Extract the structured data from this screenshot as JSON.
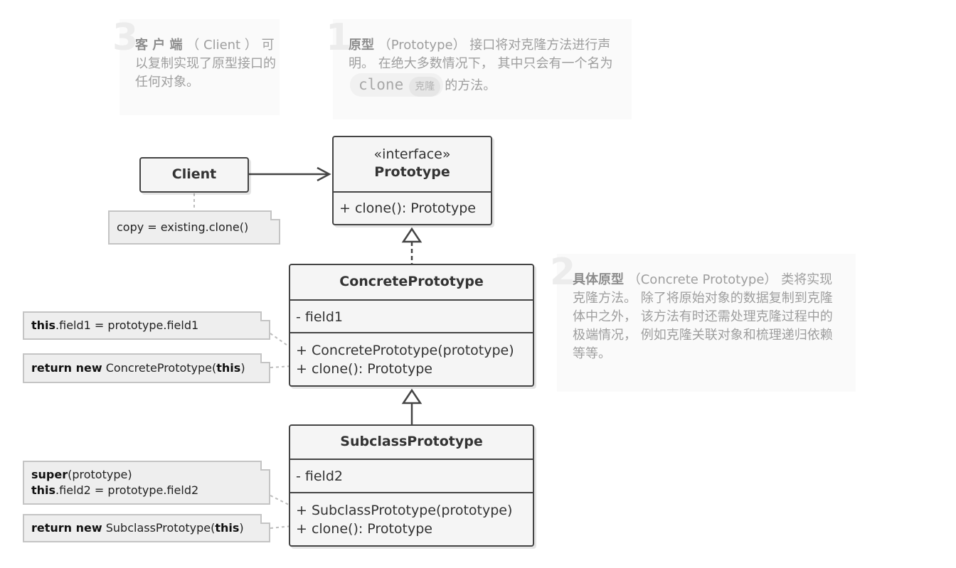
{
  "callouts": [
    {
      "number": "3",
      "title": "客 户 端",
      "title_suffix": "（ Client ）",
      "body": "可以复制实现了原型接口的任何对象。"
    },
    {
      "number": "1",
      "title": "原型",
      "title_suffix": "（Prototype） 接口将对克隆方法进行声明。 在绝大多数情况下， 其中只会有一个名为",
      "code": "clone",
      "code_tag": "克隆",
      "after_code": "的方法。"
    },
    {
      "number": "2",
      "title": "具体原型",
      "title_suffix": "（Concrete Prototype） 类将实现克隆方法。 除了将原始对象的数据复制到克隆体中之外， 该方法有时还需处理克隆过程中的极端情况， 例如克隆关联对象和梳理递归依赖等等。"
    }
  ],
  "classes": {
    "client": {
      "name": "Client"
    },
    "prototype": {
      "stereotype": "«interface»",
      "name": "Prototype",
      "methods": [
        "+ clone(): Prototype"
      ]
    },
    "concrete": {
      "name": "ConcretePrototype",
      "fields": [
        "- field1"
      ],
      "methods": [
        "+ ConcretePrototype(prototype)",
        "+ clone(): Prototype"
      ]
    },
    "subclass": {
      "name": "SubclassPrototype",
      "fields": [
        "- field2"
      ],
      "methods": [
        "+ SubclassPrototype(prototype)",
        "+ clone(): Prototype"
      ]
    }
  },
  "notes": {
    "client": {
      "text": "copy = existing.clone()"
    },
    "concrete_ctor": {
      "kw": "this",
      "text": ".field1 = prototype.field1"
    },
    "concrete_clone": {
      "kw": "return new",
      "text": " ConcretePrototype(",
      "kw2": "this",
      "end": ")"
    },
    "subclass_ctor": {
      "kw": "super",
      "text": "(prototype)",
      "kw2": "this",
      "text2": ".field2 = prototype.field2"
    },
    "subclass_clone": {
      "kw": "return new",
      "text": " SubclassPrototype(",
      "kw2": "this",
      "end": ")"
    }
  }
}
